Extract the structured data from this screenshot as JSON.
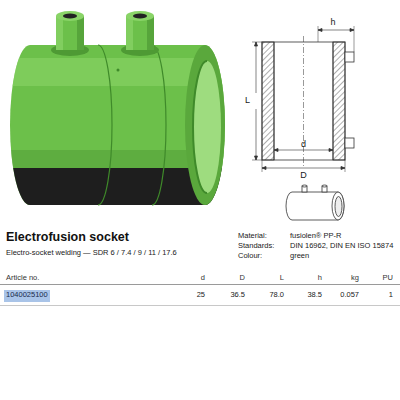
{
  "diagram": {
    "title": "Electrofusion socket",
    "labels": [
      "h",
      "L",
      "d",
      "D",
      "Electro-socket welding — SDR 6 / 7.4 / 9 / 11 / 17.6",
      "Material:",
      "fusiolen® PP-R",
      "Standards:",
      "DIN 16962, DIN EN ISO 15874",
      "Colour:",
      "green",
      "Article no.",
      "d",
      "D",
      "L",
      "h",
      "kg",
      "PU",
      "1040025100",
      "25",
      "36.5",
      "78.0",
      "38.5",
      "0.057",
      "1"
    ]
  }
}
